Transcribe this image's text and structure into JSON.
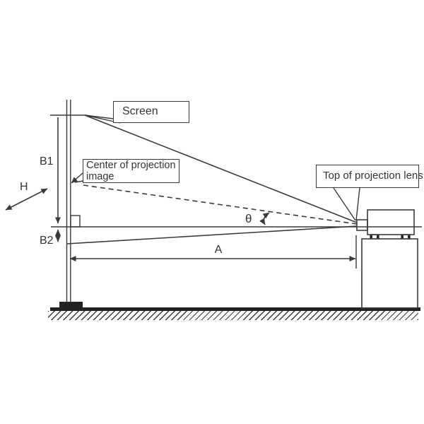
{
  "colors": {
    "line": "#3a3a3a",
    "fill": "#222222",
    "text": "#333333",
    "bg": "#ffffff"
  },
  "callouts": {
    "screen": {
      "label": "Screen"
    },
    "center_of_projection": {
      "label": "Center of projection image"
    },
    "top_of_lens": {
      "label": "Top of projection lens"
    }
  },
  "dimensions": {
    "b1": "B1",
    "b2": "B2",
    "h": "H",
    "a": "A",
    "theta": "θ"
  }
}
